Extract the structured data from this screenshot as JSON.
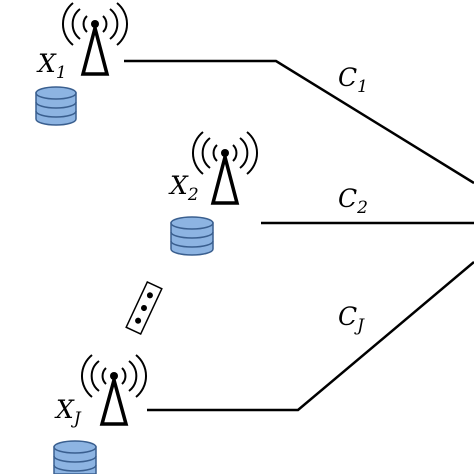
{
  "nodes": [
    {
      "id": "node-1",
      "source": "X",
      "source_sub": "1",
      "link": "C",
      "link_sub": "1"
    },
    {
      "id": "node-2",
      "source": "X",
      "source_sub": "2",
      "link": "C",
      "link_sub": "2"
    },
    {
      "id": "node-j",
      "source": "X",
      "source_sub": "J",
      "link": "C",
      "link_sub": "J"
    }
  ],
  "colors": {
    "database_fill": "#8db4e2",
    "database_stroke": "#3a5f8f",
    "line": "#000000"
  },
  "icons": [
    "antenna-icon",
    "database-icon",
    "vertical-ellipsis-icon"
  ]
}
